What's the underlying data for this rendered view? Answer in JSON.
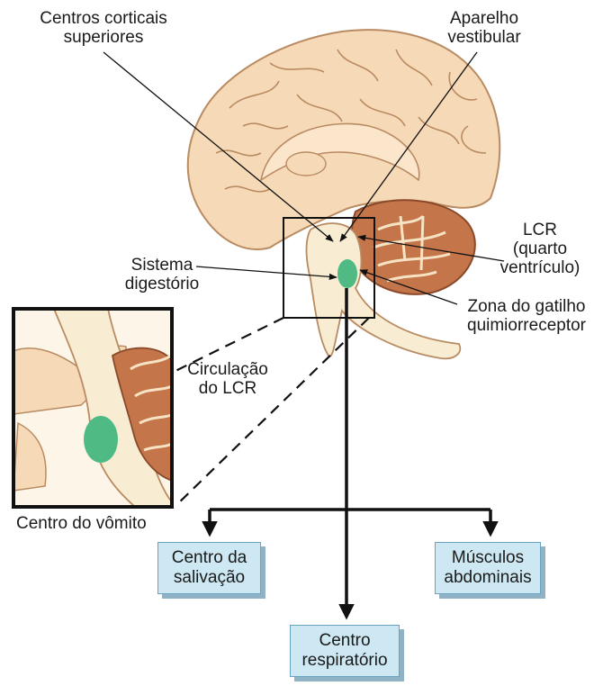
{
  "labels": {
    "cortical_centers": [
      "Centros corticais",
      "superiores"
    ],
    "vestibular": [
      "Aparelho",
      "vestibular"
    ],
    "lcr": [
      "LCR",
      "(quarto",
      "ventrículo)"
    ],
    "digestive": [
      "Sistema",
      "digestório"
    ],
    "trigger_zone": [
      "Zona do gatilho",
      "quimiorreceptor"
    ],
    "csf_circulation": [
      "Circulação",
      "do LCR"
    ],
    "vomit_center": "Centro do vômito"
  },
  "boxes": {
    "salivation": [
      "Centro da",
      "salivação"
    ],
    "abdominal": [
      "Músculos",
      "abdominais"
    ],
    "respiratory": [
      "Centro",
      "respiratório"
    ]
  },
  "colors": {
    "brain_fill": "#f6d9b6",
    "brain_stroke": "#b98b62",
    "cerebellum": "#c4754a",
    "brainstem": "#f8ecd2",
    "trigger_zone": "#4fba83",
    "box_fill": "#cde8f2",
    "box_border": "#6aa3bf"
  }
}
